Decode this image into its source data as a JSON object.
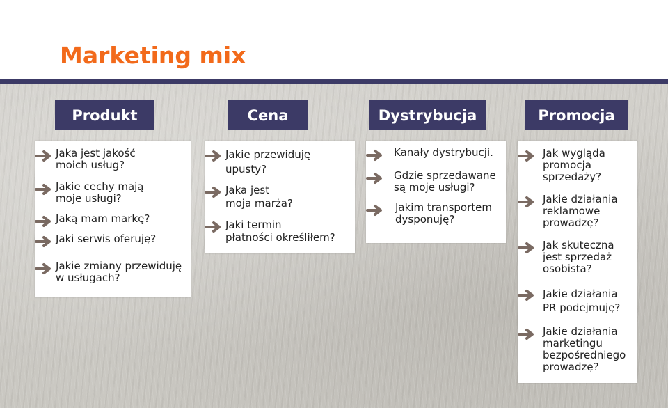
{
  "title": "Marketing mix",
  "columns": [
    {
      "heading": "Produkt",
      "items": [
        "Jaka jest jakość\nmoich usług?",
        "Jakie cechy mają\nmoje usługi?",
        "Jaką mam markę?",
        "Jaki serwis oferuję?",
        "Jakie zmiany przewiduję\nw usługach?"
      ]
    },
    {
      "heading": "Cena",
      "items": [
        "Jakie przewiduję\nupusty?",
        "Jaka jest\nmoja marża?",
        "Jaki termin\npłatności określiłem?"
      ]
    },
    {
      "heading": "Dystrybucja",
      "items": [
        "Kanały dystrybucji.",
        "Gdzie sprzedawane\nsą moje usługi?",
        "Jakim transportem\ndysponuję?"
      ]
    },
    {
      "heading": "Promocja",
      "items": [
        "Jak wygląda\npromocja\nsprzedaży?",
        "Jakie działania\nreklamowe\nprowadzę?",
        "Jak skuteczna\njest sprzedaż\nosobista?",
        "Jakie działania\nPR podejmuję?",
        "Jakie działania\nmarketingu\nbezpośredniego\nprowadzę?"
      ]
    }
  ],
  "colors": {
    "title": "#f26a1b",
    "heading_bg": "#3c3a66",
    "arrow": "#7a6a62"
  }
}
